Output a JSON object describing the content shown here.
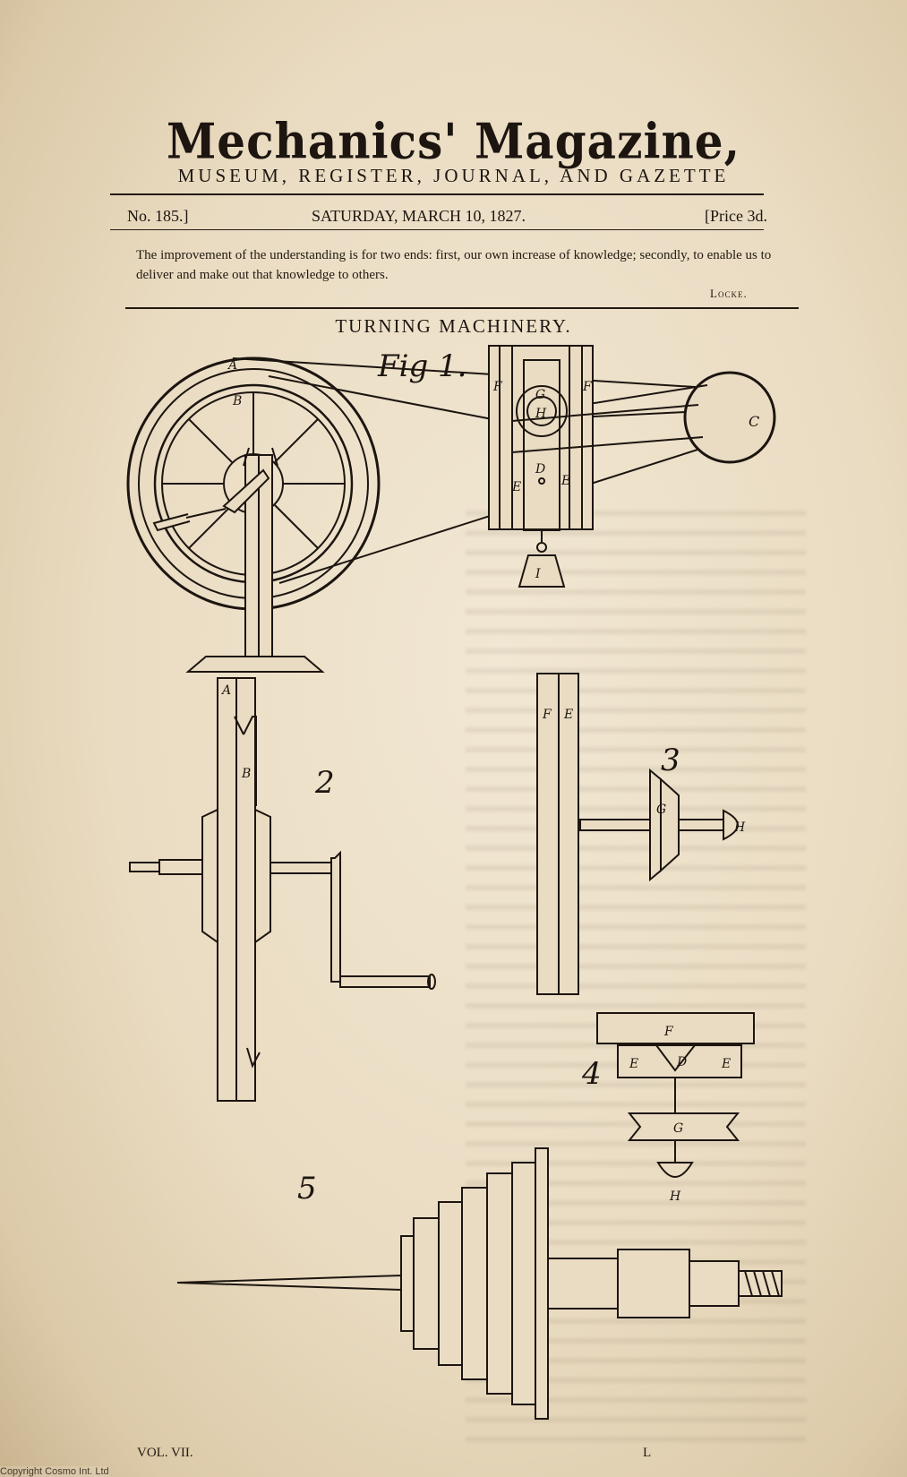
{
  "masthead": {
    "title": "Mechanics' Magazine,",
    "subtitle": "MUSEUM, REGISTER, JOURNAL, AND GAZETTE"
  },
  "issue": {
    "number": "No. 185.]",
    "date": "SATURDAY, MARCH 10, 1827.",
    "price": "[Price 3d."
  },
  "epigraph": {
    "text": "The improvement of the understanding is for two ends: first, our own increase of knowledge; secondly, to enable us to deliver and make out that knowledge to others.",
    "attribution": "Locke."
  },
  "article": {
    "heading": "TURNING MACHINERY."
  },
  "figures": {
    "fig1_label": "Fig 1.",
    "fig1_letters": [
      "A",
      "B",
      "C",
      "F",
      "F",
      "G",
      "H",
      "D",
      "E",
      "E",
      "I"
    ],
    "fig2_label": "2",
    "fig2_letters": [
      "A",
      "B"
    ],
    "fig3_label": "3",
    "fig3_letters": [
      "F",
      "E",
      "G",
      "H"
    ],
    "fig4_label": "4",
    "fig4_letters": [
      "F",
      "E",
      "D",
      "E",
      "G",
      "H"
    ],
    "fig5_label": "5"
  },
  "footer": {
    "volume": "VOL. VII.",
    "signature": "L"
  },
  "copyright": "Copyright Cosmo Int. Ltd"
}
